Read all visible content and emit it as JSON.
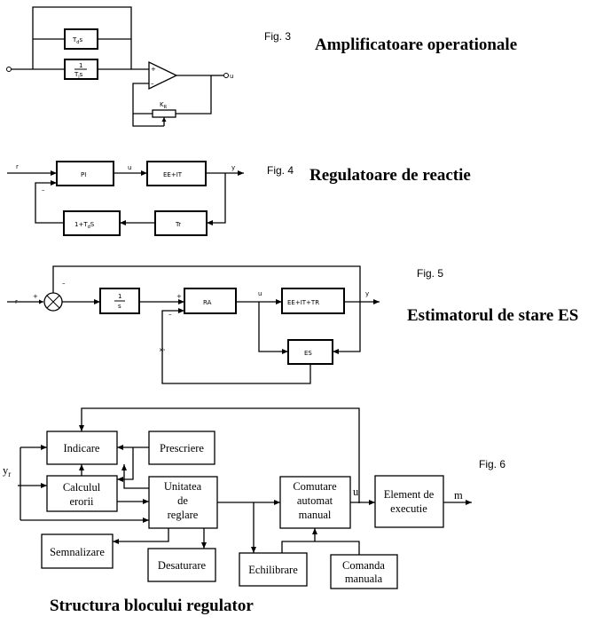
{
  "fig3": {
    "label": "Fig. 3",
    "title": "Amplificatoare operationale",
    "block_td": "T",
    "block_td_sub": "d",
    "block_td_s": "s",
    "block_ti_num": "1",
    "block_ti_den": "T",
    "block_ti_sub": "i",
    "block_ti_s": "s",
    "pot_label": "K",
    "pot_sub": "R",
    "output": "u"
  },
  "fig4": {
    "label": "Fig. 4",
    "title": "Regulatoare de reactie",
    "input": "r",
    "block_pi": "PI",
    "block_ee": "EE+IT",
    "block_fb": "1+T",
    "block_fb_sub": "d",
    "block_fb_s": "S",
    "block_tr": "Tr",
    "signal_u": "u",
    "output": "y",
    "minus": "–"
  },
  "fig5": {
    "label": "Fig. 5",
    "title": "Estimatorul de stare ES",
    "input": "r",
    "plus": "+",
    "minus": "–",
    "block_int_num": "1",
    "block_int_den": "s",
    "block_ra": "RA",
    "block_plant": "EE+IT+TR",
    "block_es": "ES",
    "signal_u": "u",
    "signal_x": "x̂",
    "output": "y"
  },
  "fig6": {
    "label": "Fig. 6",
    "title": "Structura blocului regulator",
    "input": "y",
    "input_sub": "r",
    "signal_u": "u",
    "signal_m": "m",
    "blocks": {
      "indicare": [
        "Indicare"
      ],
      "prescriere": [
        "Prescriere"
      ],
      "calculul": [
        "Calculul",
        "erorii"
      ],
      "unitatea": [
        "Unitatea",
        "de",
        "reglare"
      ],
      "comutare": [
        "Comutare",
        "automat",
        "manual"
      ],
      "element": [
        "Element de",
        "executie"
      ],
      "semnalizare": [
        "Semnalizare"
      ],
      "desaturare": [
        "Desaturare"
      ],
      "echilibrare": [
        "Echilibrare"
      ],
      "comanda": [
        "Comanda",
        "manuala"
      ]
    }
  }
}
